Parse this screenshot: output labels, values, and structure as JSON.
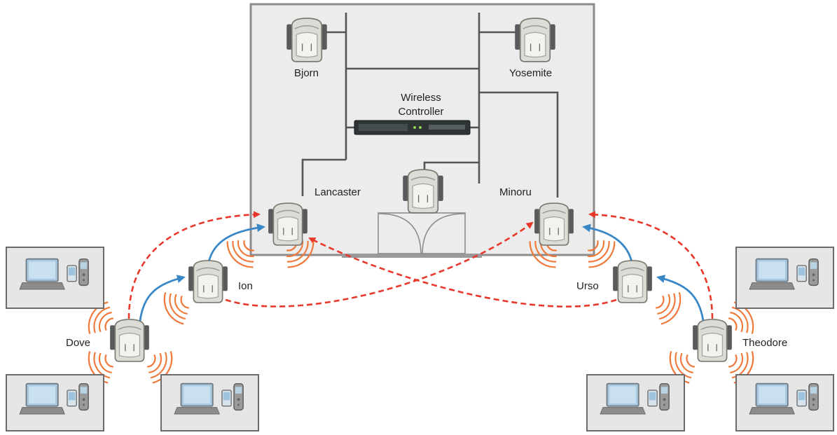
{
  "building": {
    "controller_line1": "Wireless",
    "controller_line2": "Controller"
  },
  "access_points": {
    "bjorn": "Bjorn",
    "yosemite": "Yosemite",
    "lancaster": "Lancaster",
    "minoru": "Minoru",
    "ion": "Ion",
    "urso": "Urso",
    "dove": "Dove",
    "theodore": "Theodore"
  },
  "colors": {
    "building_fill": "#ececec",
    "building_border": "#8c8c8c",
    "wired_link": "#555555",
    "mesh_link": "#e8382c",
    "uplink": "#3a87c8",
    "signal_wave": "#f07838"
  },
  "icons": {
    "access_point": "access-point-icon",
    "controller": "wireless-controller-icon",
    "client": "laptop-pda-phone-icon"
  }
}
